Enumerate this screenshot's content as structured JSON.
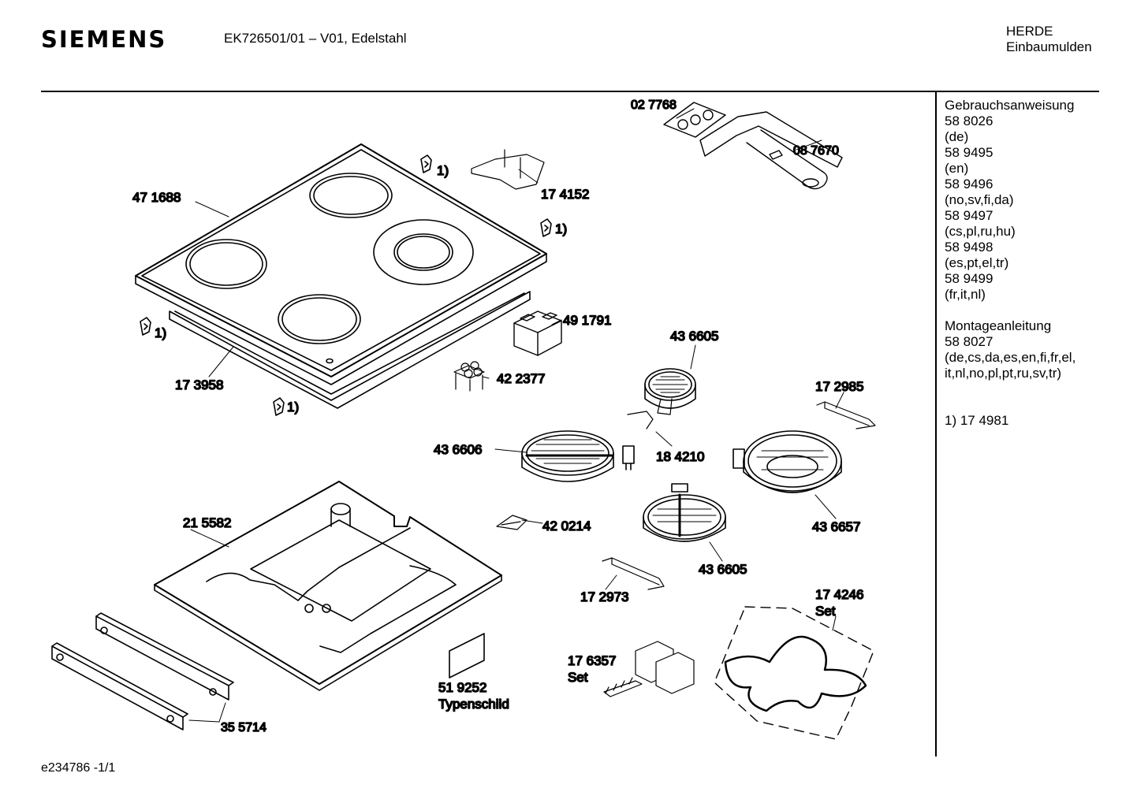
{
  "header": {
    "brand": "SIEMENS",
    "model": "EK726501/01 – V01, Edelstahl",
    "category_line1": "HERDE",
    "category_line2": "Einbaumulden"
  },
  "docs": {
    "manual_title": "Gebrauchsanweisung",
    "manual_entries": [
      {
        "number": "58 8026",
        "langs": "(de)"
      },
      {
        "number": "58 9495",
        "langs": "(en)"
      },
      {
        "number": "58 9496",
        "langs": "(no,sv,fi,da)"
      },
      {
        "number": "58 9497",
        "langs": "(cs,pl,ru,hu)"
      },
      {
        "number": "58 9498",
        "langs": "(es,pt,el,tr)"
      },
      {
        "number": "58 9499",
        "langs": "(fr,it,nl)"
      }
    ],
    "install_title": "Montageanleitung",
    "install_number": "58 8027",
    "install_langs_1": "(de,cs,da,es,en,fi,fr,el,",
    "install_langs_2": " it,nl,no,pl,pt,ru,sv,tr)",
    "footnote": "1) 17 4981"
  },
  "parts": {
    "p027768": "02 7768",
    "p087670": "08 7670",
    "p471688": "47 1688",
    "p174152": "17 4152",
    "note1": "1)",
    "p491791": "49 1791",
    "p173958": "17 3958",
    "p422377": "42 2377",
    "p436605a": "43 6605",
    "p172985": "17 2985",
    "p436606": "43 6606",
    "p184210": "18 4210",
    "p436657": "43 6657",
    "p215582": "21 5582",
    "p420214": "42 0214",
    "p436605b": "43 6605",
    "p172973": "17 2973",
    "p174246": "17 4246",
    "set": "Set",
    "p176357": "17 6357",
    "p519252": "51 9252",
    "typenschild": "Typenschild",
    "p355714": "35 5714"
  },
  "footer": {
    "code": "e234786 -1/1"
  }
}
